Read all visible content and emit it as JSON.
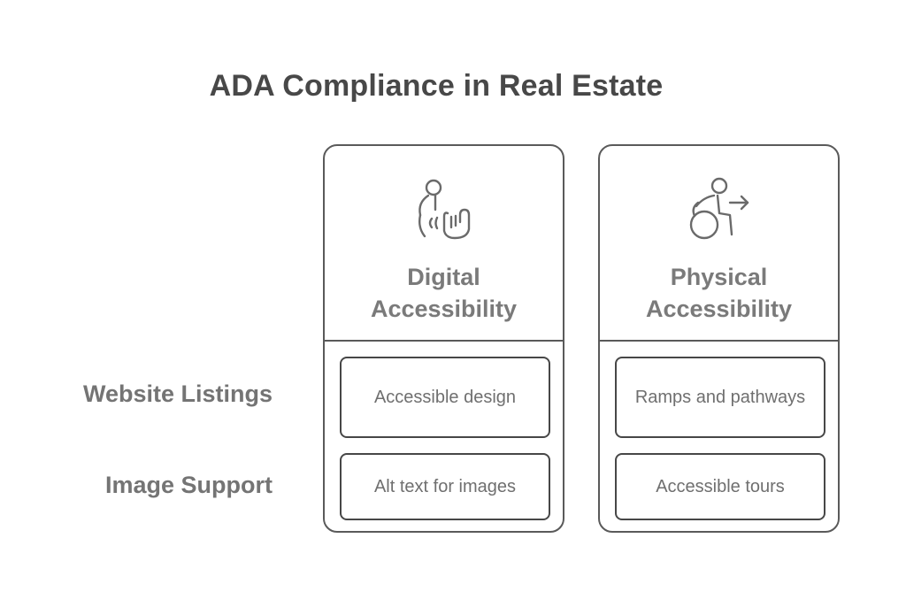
{
  "title": "ADA Compliance in Real Estate",
  "rows": [
    {
      "label": "Website Listings"
    },
    {
      "label": "Image Support"
    }
  ],
  "columns": [
    {
      "title_line1": "Digital",
      "title_line2": "Accessibility",
      "icon": "touch-accessibility-icon",
      "cells": [
        "Accessible design",
        "Alt text for images"
      ]
    },
    {
      "title_line1": "Physical",
      "title_line2": "Accessibility",
      "icon": "wheelchair-icon",
      "cells": [
        "Ramps and pathways",
        "Accessible tours"
      ]
    }
  ],
  "colors": {
    "border": "#5a5a5a",
    "title": "#484848",
    "label": "#747474",
    "cell_text": "#6f6f6f"
  }
}
